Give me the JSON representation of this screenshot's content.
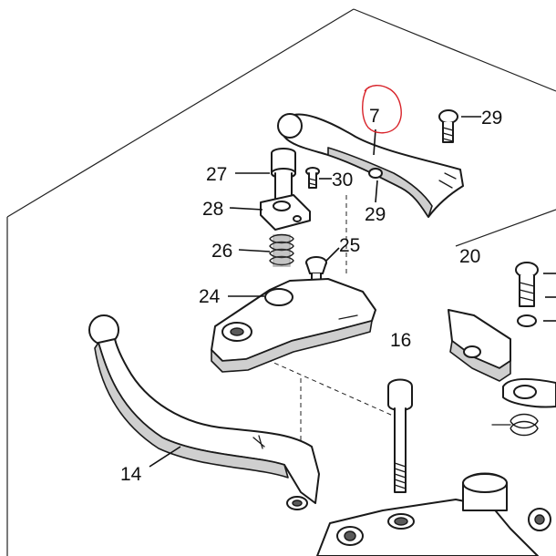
{
  "diagram": {
    "callouts": {
      "c7": "7",
      "c29a": "29",
      "c27": "27",
      "c30": "30",
      "c28": "28",
      "c29b": "29",
      "c26": "26",
      "c25": "25",
      "c20": "20",
      "c24": "24",
      "c16": "16",
      "c14": "14"
    },
    "highlight_color": "#d8232a",
    "line_color": "#1a1a1a"
  }
}
